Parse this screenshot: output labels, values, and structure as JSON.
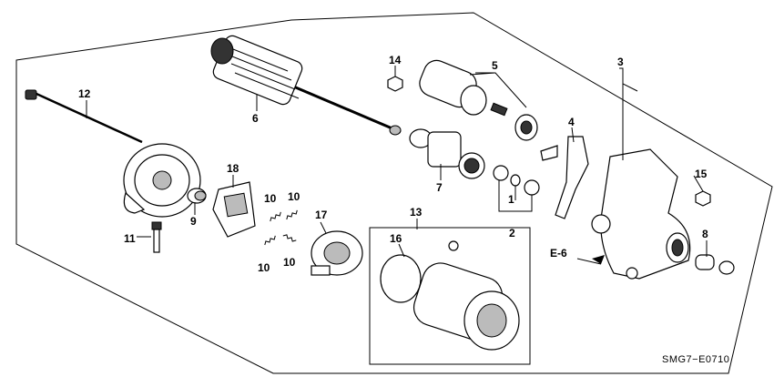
{
  "diagram": {
    "code": "SMG7−E0710",
    "reference": "E-6",
    "callouts": [
      "1",
      "2",
      "3",
      "4",
      "5",
      "6",
      "7",
      "8",
      "9",
      "10",
      "10",
      "10",
      "10",
      "11",
      "12",
      "13",
      "14",
      "15",
      "16",
      "17",
      "18"
    ]
  },
  "icons": {
    "arrow": "filled-arrow-icon"
  }
}
